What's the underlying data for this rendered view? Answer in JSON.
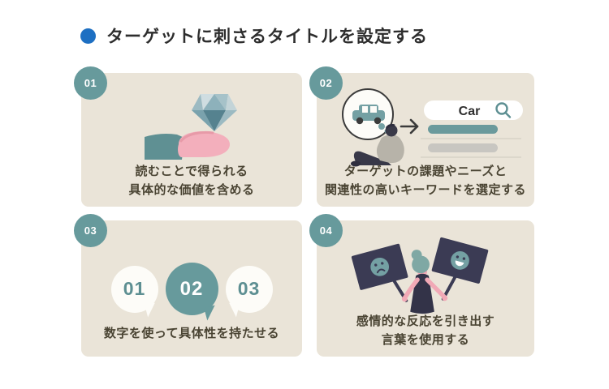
{
  "header": {
    "title": "ターゲットに刺さるタイトルを設定する",
    "bullet_icon": "blue-dot"
  },
  "cards": [
    {
      "number": "01",
      "illustration": "hand-offering-diamond",
      "caption_lines": [
        "読むことで得られる",
        "具体的な価値を含める"
      ]
    },
    {
      "number": "02",
      "illustration": "person-thinking-of-car-with-keyword-search",
      "search": {
        "query": "Car",
        "icon": "magnifier-icon"
      },
      "caption_lines": [
        "ターゲットの課題やニーズと",
        "関連性の高いキーワードを選定する"
      ]
    },
    {
      "number": "03",
      "illustration": "numbered-speech-bubbles",
      "bubbles": [
        "01",
        "02",
        "03"
      ],
      "caption_lines": [
        "数字を使って具体性を持たせる"
      ]
    },
    {
      "number": "04",
      "illustration": "person-holding-happy-and-sad-signs",
      "caption_lines": [
        "感情的な反応を引き出す",
        "言葉を使用する"
      ]
    }
  ],
  "colors": {
    "accent_blue": "#1d6fc2",
    "card_background": "#eae4d8",
    "badge_teal": "#679a9c",
    "title_text": "#2d2d2d",
    "caption_text": "#4a4433",
    "illustration_teal": "#6b9a9c",
    "illustration_pink": "#f1a9b6",
    "illustration_navy": "#3b3b54"
  }
}
